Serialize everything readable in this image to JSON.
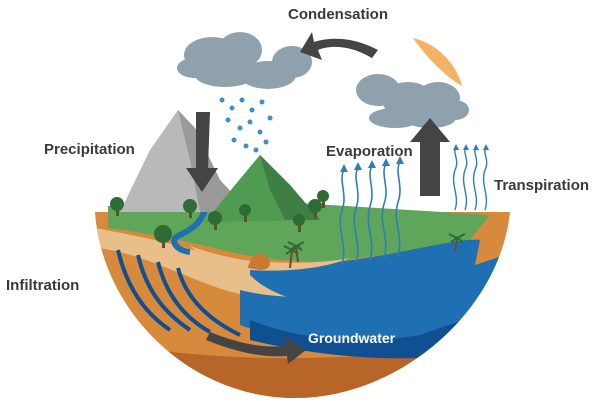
{
  "labels": {
    "condensation": "Condensation",
    "precipitation": "Precipitation",
    "evaporation": "Evaporation",
    "transpiration": "Transpiration",
    "infiltration": "Infiltration",
    "groundwater": "Groundwater"
  },
  "colors": {
    "grass": "#5fa65a",
    "grass_dark": "#3f7f45",
    "sand": "#e8bf8a",
    "soil": "#d78a3c",
    "soil_dark": "#b8652a",
    "water": "#1f6fb3",
    "water_deep": "#0f4f92",
    "mountain": "#b9b9b9",
    "cloud": "#8fa1ad",
    "arrow": "#444444",
    "sun": "#f2a54a"
  }
}
